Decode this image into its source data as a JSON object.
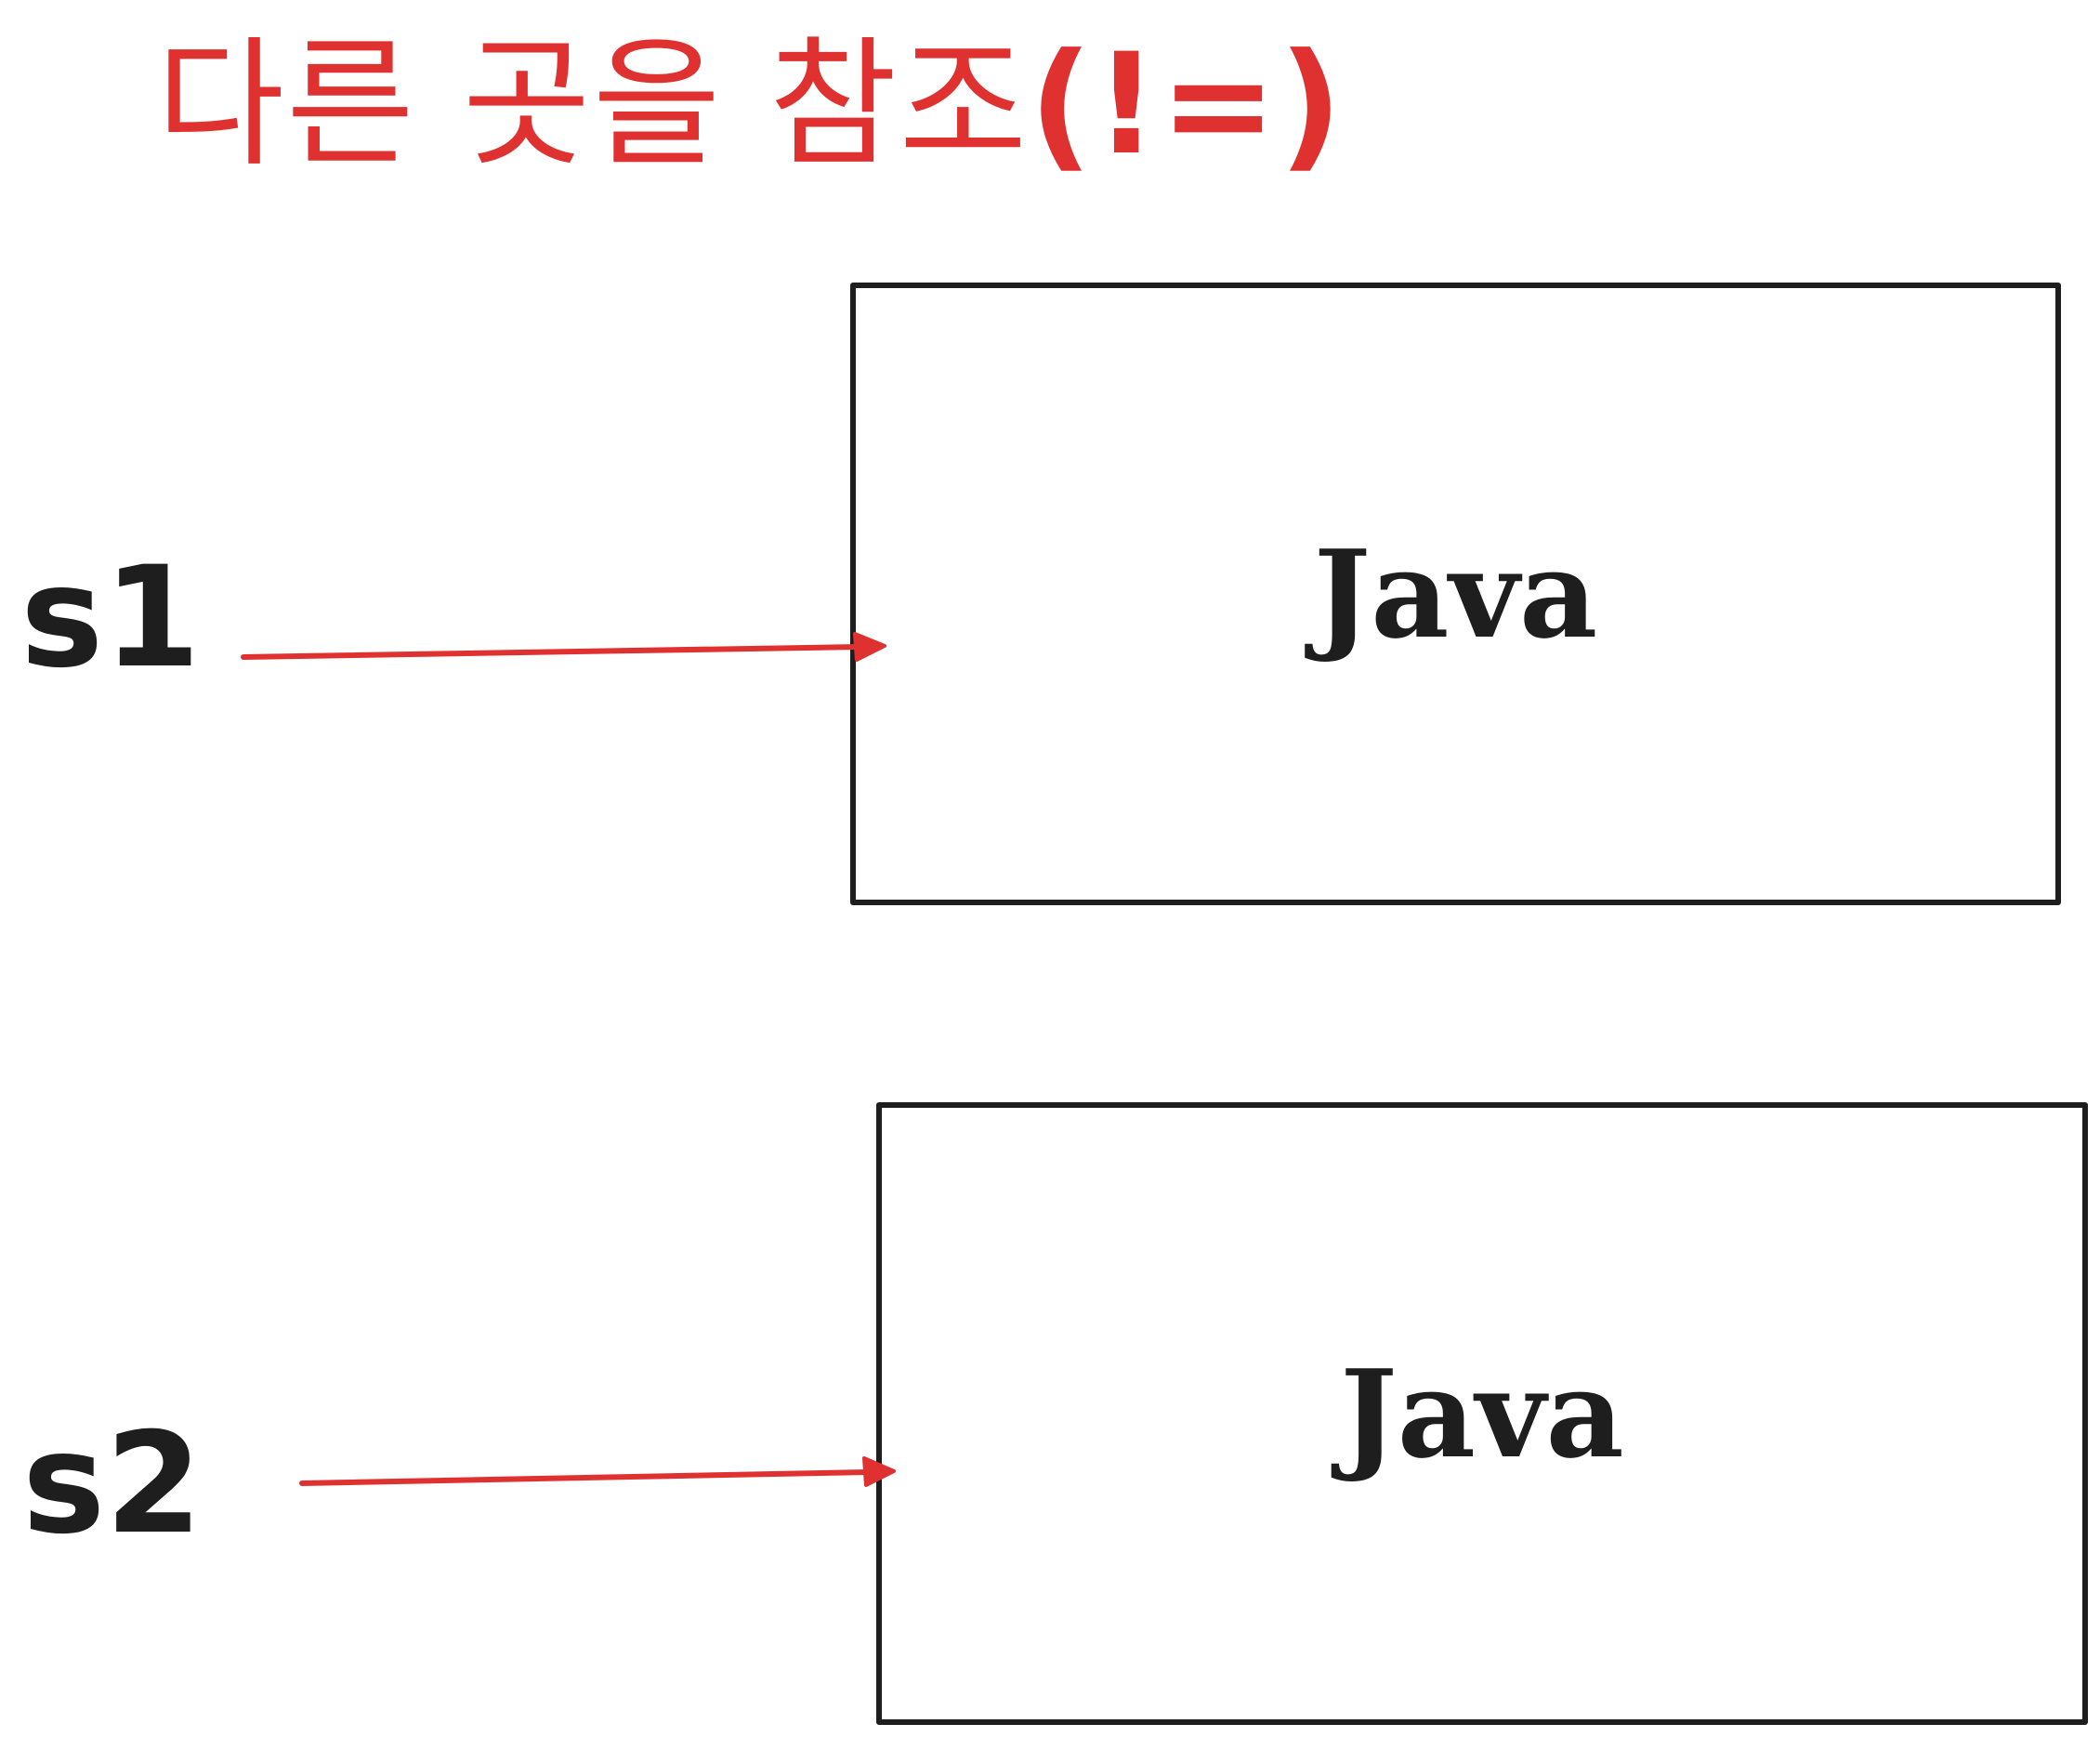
{
  "title": {
    "text": "다른 곳을 참조",
    "symbol": "(!=)"
  },
  "colors": {
    "accent": "#e03131",
    "ink": "#1e1e1e",
    "background": "#ffffff"
  },
  "references": [
    {
      "variable": "s1",
      "value": "Java"
    },
    {
      "variable": "s2",
      "value": "Java"
    }
  ]
}
